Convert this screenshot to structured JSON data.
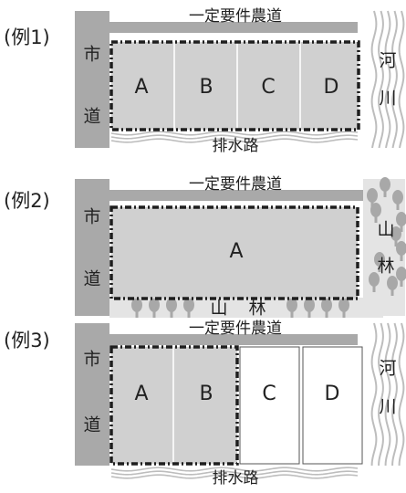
{
  "colors": {
    "road": "#a9a9a9",
    "plot": "#d0d0d0",
    "plot_white": "#ffffff",
    "divider": "#f5f5f5",
    "boundary": "#1e1e1e",
    "river_line": "#bdbdbd",
    "forest_bg": "#e4e4e4",
    "tree": "#a8a8a8"
  },
  "example1": {
    "label": "(例1)",
    "road_top": "一定要件農道",
    "city_road_chars": [
      "市",
      "道"
    ],
    "river_chars": [
      "河",
      "川"
    ],
    "drainage": "排水路",
    "plots": [
      "A",
      "B",
      "C",
      "D"
    ]
  },
  "example2": {
    "label": "(例2)",
    "road_top": "一定要件農道",
    "city_road_chars": [
      "市",
      "道"
    ],
    "forest_side_chars": [
      "山",
      "林"
    ],
    "forest_bottom_chars": [
      "山",
      "林"
    ],
    "plots": [
      "A"
    ]
  },
  "example3": {
    "label": "(例3)",
    "road_top": "一定要件農道",
    "city_road_chars": [
      "市",
      "道"
    ],
    "river_chars": [
      "河",
      "川"
    ],
    "drainage": "排水路",
    "plots": [
      "A",
      "B",
      "C",
      "D"
    ]
  }
}
